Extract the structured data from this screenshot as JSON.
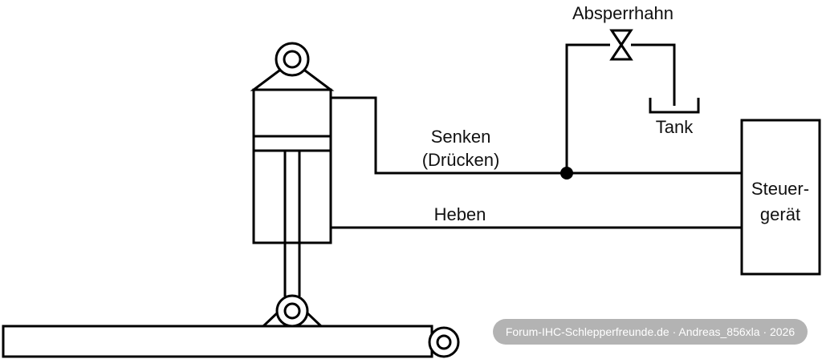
{
  "labels": {
    "valve": "Absperrhahn",
    "tank": "Tank",
    "lower": "Senken",
    "lower_sub": "(Drücken)",
    "raise": "Heben",
    "control_line1": "Steuer-",
    "control_line2": "gerät"
  },
  "watermark": "Forum-IHC-Schlepperfreunde.de · Andreas_856xla · 2026",
  "colors": {
    "line": "#000000",
    "background": "#ffffff",
    "watermark_bg": "#b3b3b3"
  }
}
